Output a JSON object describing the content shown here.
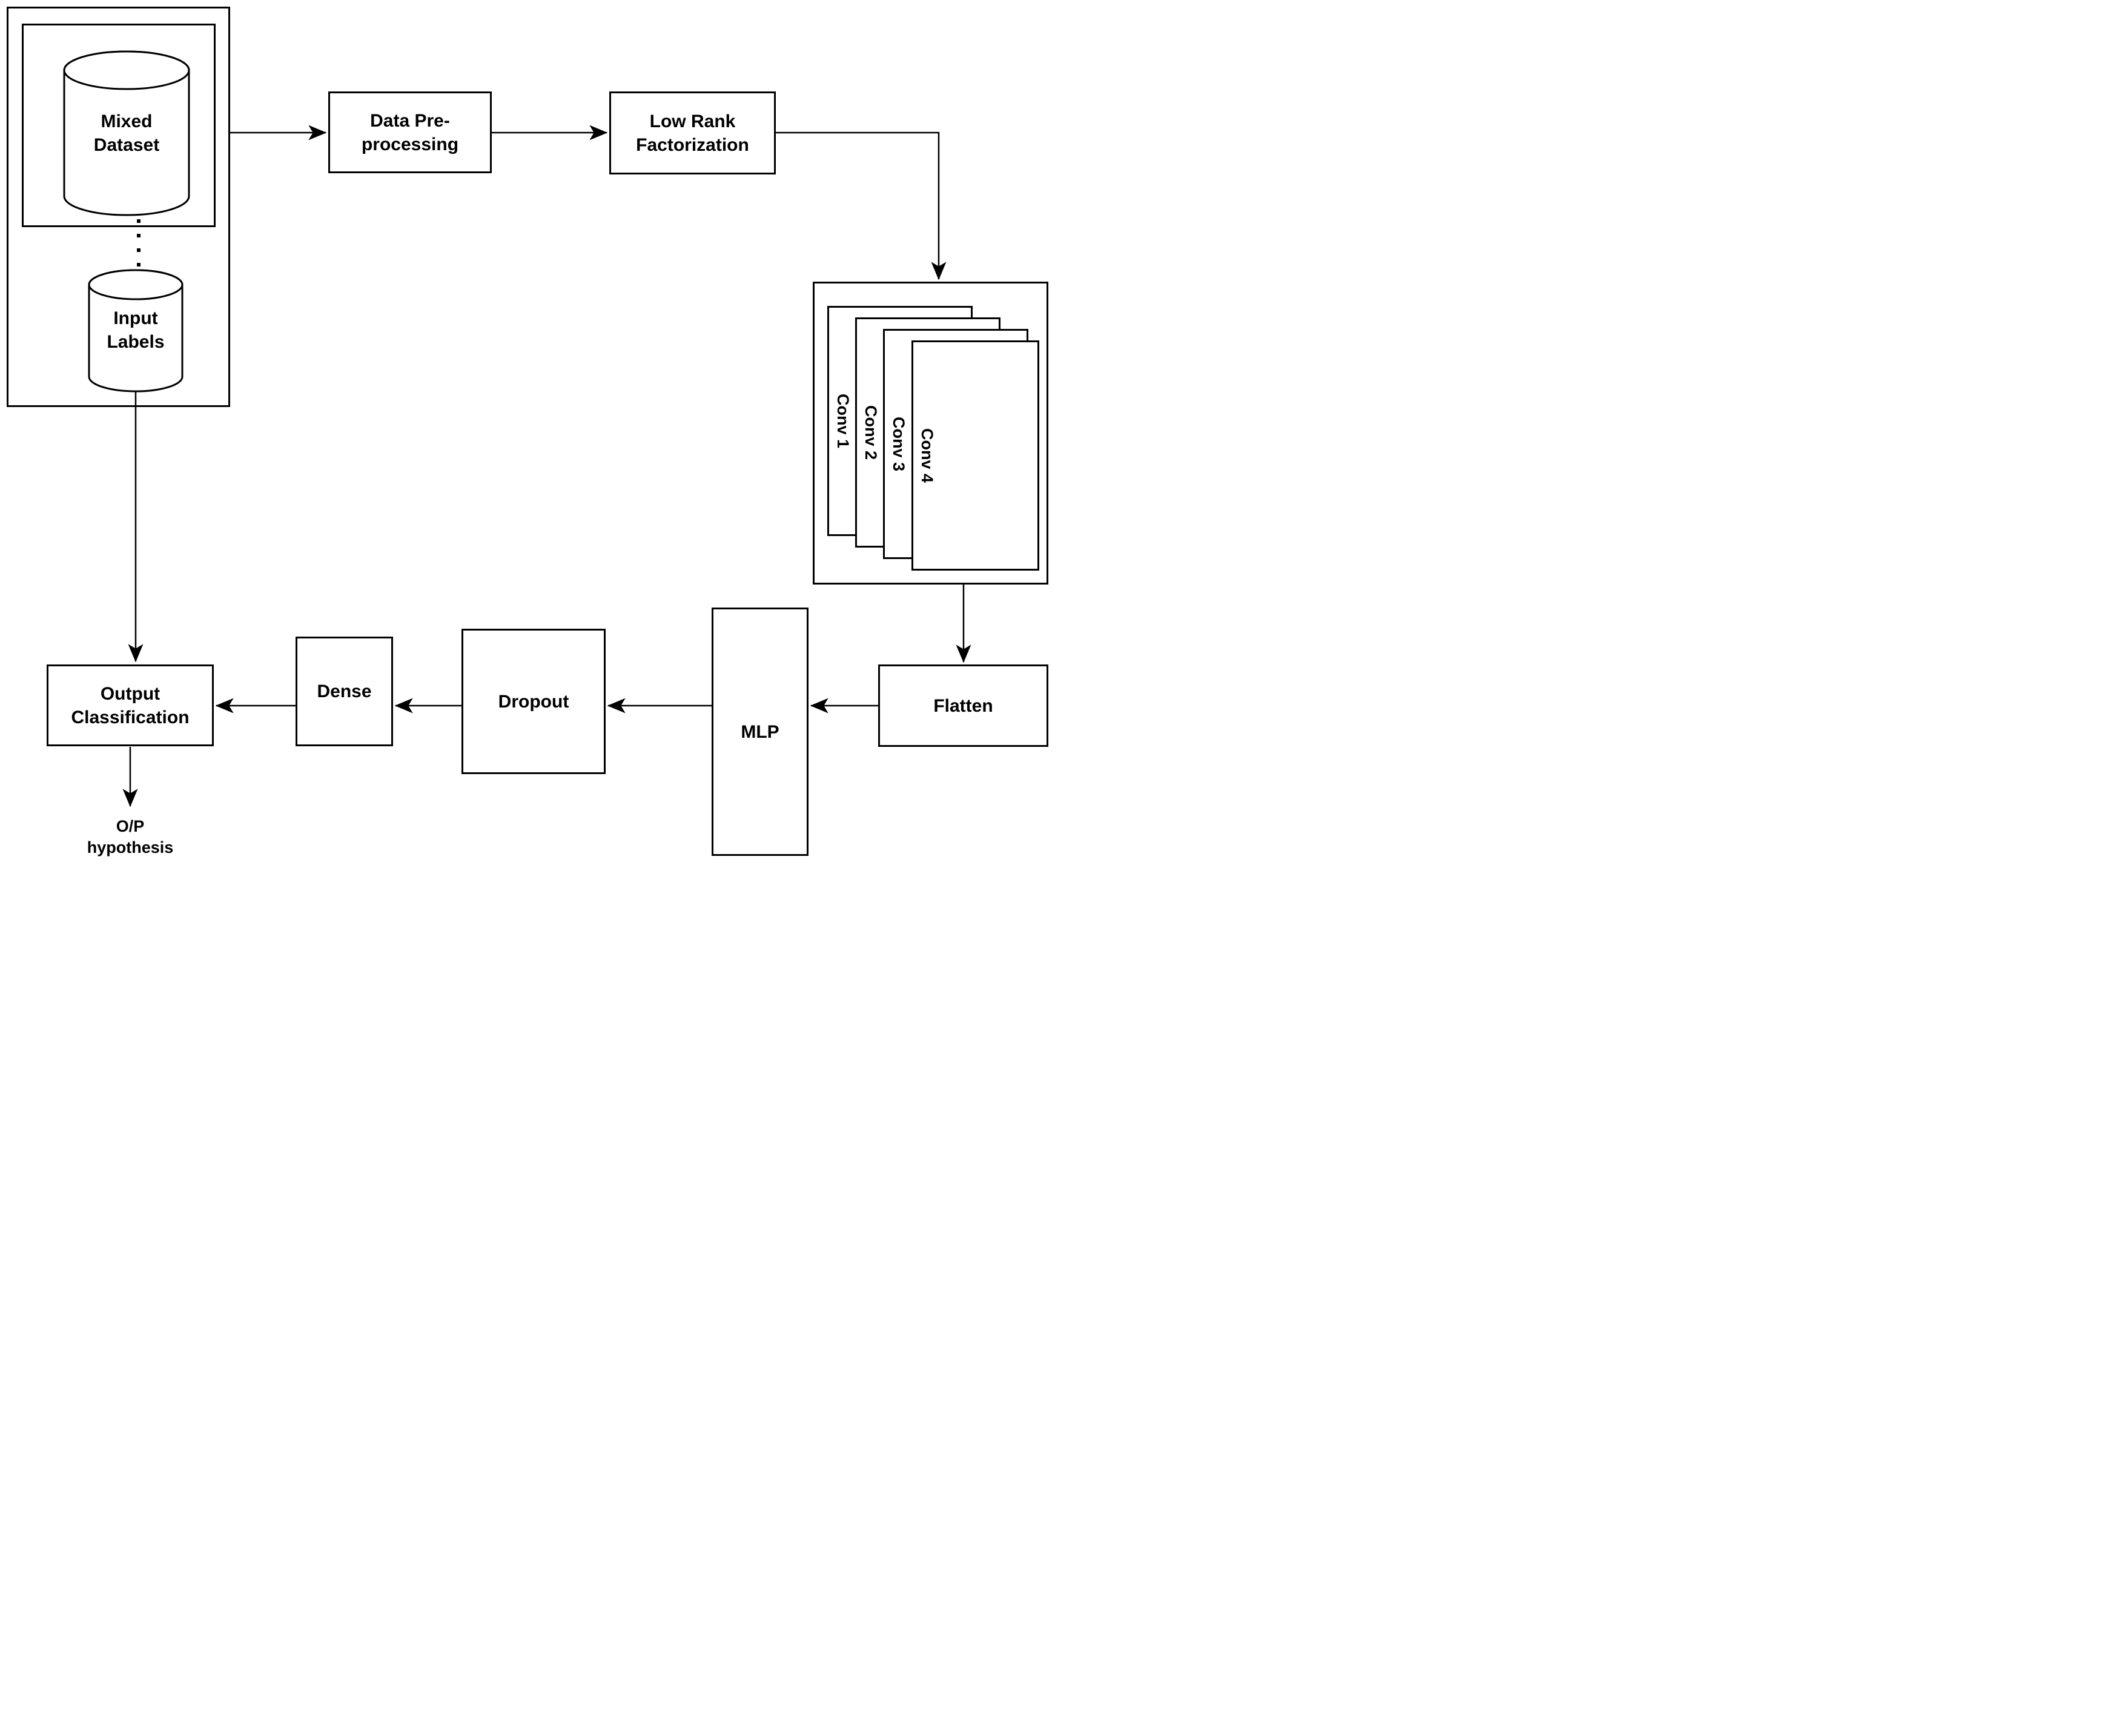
{
  "diagram": {
    "title_hint": "CNN training pipeline flowchart",
    "colors": {
      "background": "#ffffff",
      "stroke": "#000000",
      "node_fill": "#ffffff",
      "text": "#000000"
    },
    "nodes": {
      "mixed_dataset": {
        "label": "Mixed\nDataset",
        "shape": "cylinder"
      },
      "input_labels": {
        "label": "Input\nLabels",
        "shape": "cylinder"
      },
      "data_preprocessing": {
        "label": "Data Pre-\nprocessing",
        "shape": "rect"
      },
      "low_rank_factorization": {
        "label": "Low Rank\nFactorization",
        "shape": "rect"
      },
      "conv_stack": {
        "shape": "stacked-cards",
        "layers": [
          {
            "label": "Conv 1"
          },
          {
            "label": "Conv 2"
          },
          {
            "label": "Conv 3"
          },
          {
            "label": "Conv 4"
          }
        ]
      },
      "flatten": {
        "label": "Flatten",
        "shape": "rect"
      },
      "mlp": {
        "label": "MLP",
        "shape": "rect"
      },
      "dropout": {
        "label": "Dropout",
        "shape": "rect"
      },
      "dense": {
        "label": "Dense",
        "shape": "rect"
      },
      "output_classification": {
        "label": "Output\nClassification",
        "shape": "rect"
      },
      "op_hypothesis": {
        "label": "O/P\nhypothesis",
        "shape": "text"
      }
    },
    "edges": [
      {
        "from": "dataset_group",
        "to": "data_preprocessing",
        "style": "arrow"
      },
      {
        "from": "data_preprocessing",
        "to": "low_rank_factorization",
        "style": "arrow"
      },
      {
        "from": "low_rank_factorization",
        "to": "conv_stack",
        "style": "elbow-arrow"
      },
      {
        "from": "conv_stack",
        "to": "flatten",
        "style": "arrow"
      },
      {
        "from": "flatten",
        "to": "mlp",
        "style": "arrow"
      },
      {
        "from": "mlp",
        "to": "dropout",
        "style": "arrow"
      },
      {
        "from": "dropout",
        "to": "dense",
        "style": "arrow"
      },
      {
        "from": "dense",
        "to": "output_classification",
        "style": "arrow"
      },
      {
        "from": "input_labels",
        "to": "output_classification",
        "style": "arrow"
      },
      {
        "from": "mixed_dataset",
        "to": "input_labels",
        "style": "dotted"
      },
      {
        "from": "output_classification",
        "to": "op_hypothesis",
        "style": "arrow"
      }
    ]
  }
}
